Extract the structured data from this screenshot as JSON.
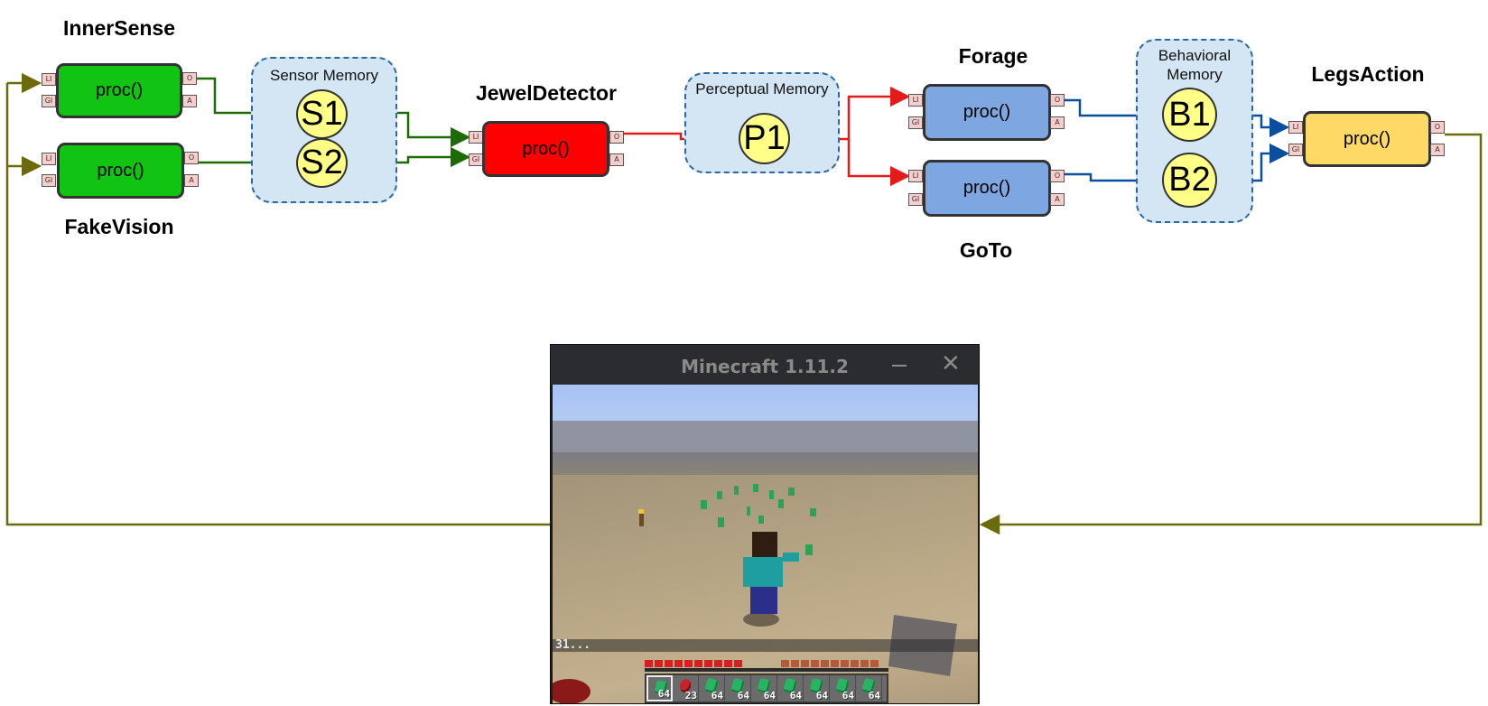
{
  "diagram": {
    "codelets": {
      "inner_sense": {
        "title": "InnerSense",
        "label": "proc()",
        "color": "#11c414"
      },
      "fake_vision": {
        "title": "FakeVision",
        "label": "proc()",
        "color": "#11c414"
      },
      "jewel_detector": {
        "title": "JewelDetector",
        "label": "proc()",
        "color": "#ff0000"
      },
      "forage": {
        "title": "Forage",
        "label": "proc()",
        "color": "#7ea6e0"
      },
      "goto": {
        "title": "GoTo",
        "label": "proc()",
        "color": "#7ea6e0"
      },
      "legs_action": {
        "title": "LegsAction",
        "label": "proc()",
        "color": "#ffd966"
      }
    },
    "ports": {
      "li": "LI",
      "gi": "GI",
      "o": "O",
      "a": "A"
    },
    "memories": {
      "sensor": {
        "label": "Sensor Memory",
        "objects": [
          "S1",
          "S2"
        ]
      },
      "perceptual": {
        "label": "Perceptual Memory",
        "objects": [
          "P1"
        ]
      },
      "behavioral": {
        "label_line1": "Behavioral",
        "label_line2": "Memory",
        "objects": [
          "B1",
          "B2"
        ]
      }
    },
    "edge_colors": {
      "sensor": "#1e6b06",
      "perceptual": "#e41b1b",
      "behavioral": "#0b4d9e",
      "feedback": "#6b6b0c"
    }
  },
  "minecraft_window": {
    "title": "Minecraft 1.11.2",
    "minimize_glyph": "—",
    "close_glyph": "✕",
    "chat_text": "31...",
    "health_hearts": 10,
    "hunger_icons": 10,
    "hotbar": [
      {
        "item": "emerald",
        "count": "64",
        "selected": true
      },
      {
        "item": "redstone",
        "count": "23",
        "selected": false
      },
      {
        "item": "emerald",
        "count": "64",
        "selected": false
      },
      {
        "item": "emerald",
        "count": "64",
        "selected": false
      },
      {
        "item": "emerald",
        "count": "64",
        "selected": false
      },
      {
        "item": "emerald",
        "count": "64",
        "selected": false
      },
      {
        "item": "emerald",
        "count": "64",
        "selected": false
      },
      {
        "item": "emerald",
        "count": "64",
        "selected": false
      },
      {
        "item": "emerald",
        "count": "64",
        "selected": false
      }
    ]
  }
}
